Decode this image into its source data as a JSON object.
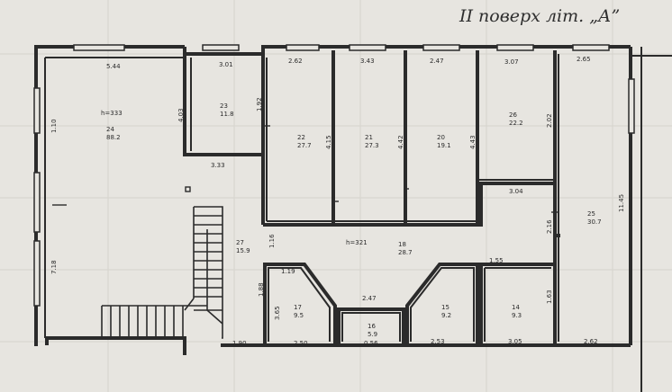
{
  "header": {
    "title": "ІІ поверх літ. „А”"
  },
  "rooms": [
    {
      "id": "24",
      "area": "88.2"
    },
    {
      "id": "23",
      "area": "11.8"
    },
    {
      "id": "22",
      "area": "27.7"
    },
    {
      "id": "21",
      "area": "27.3"
    },
    {
      "id": "20",
      "area": "19.1"
    },
    {
      "id": "26",
      "area": "22.2"
    },
    {
      "id": "25",
      "area": "30.7"
    },
    {
      "id": "27",
      "area": "15.9"
    },
    {
      "id": "18",
      "area": "28.7"
    },
    {
      "id": "17",
      "area": "9.5"
    },
    {
      "id": "16",
      "area": "5.9"
    },
    {
      "id": "15",
      "area": "9.2"
    },
    {
      "id": "14",
      "area": "9.3"
    }
  ],
  "dimensions": {
    "d_5_44": "5.44",
    "d_3_01": "3.01",
    "d_4_03": "4.03",
    "d_3_33": "3.33",
    "d_4_42": "4.42",
    "d_4_43": "4.43",
    "d_3_43": "3.43",
    "d_3_07": "3.07",
    "d_2_62": "2.62",
    "d_3_04": "3.04",
    "d_1_55": "1.55",
    "d_2_47": "2.47",
    "d_1_90": "1.90",
    "d_2_50": "2.50",
    "d_0_56": "0.56",
    "d_2_53": "2.53",
    "d_3_05": "3.05",
    "d_2_65": "2.65",
    "d_1_10": "1.10",
    "d_7_18": "7.18",
    "d_1_92": "1.92",
    "d_4_15": "4.15",
    "d_3_65": "3.65",
    "d_1_16": "1.16",
    "d_2_02": "2.02",
    "d_2_16": "2.16",
    "d_11_45": "11.45",
    "d_1_63": "1.63",
    "d_1_88": "1.88",
    "d_1_19": "1.19"
  },
  "marks": {
    "height_note": "h=333",
    "height_note2": "h=321"
  }
}
